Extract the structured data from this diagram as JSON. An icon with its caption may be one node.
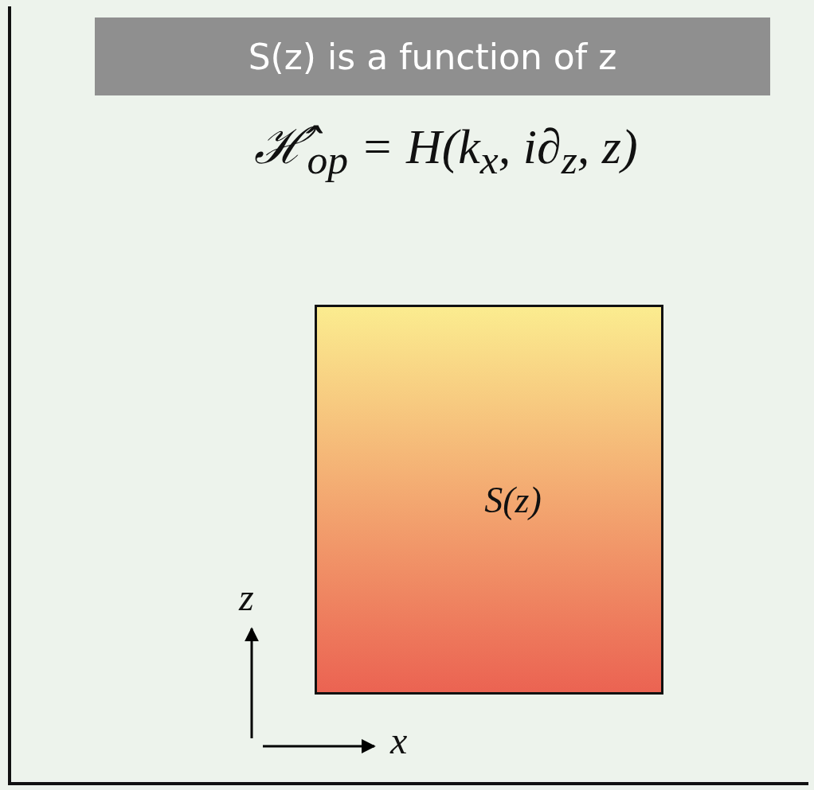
{
  "diagram": {
    "title": "S(z) is a function of z",
    "nodes": [
      {
        "text": [
          "S(z)"
        ]
      }
    ],
    "labels": [
      "ℋ̂$_{op}$ = H(k$_{x}$, i∂$_{z}$, z)",
      "z",
      "x"
    ]
  }
}
